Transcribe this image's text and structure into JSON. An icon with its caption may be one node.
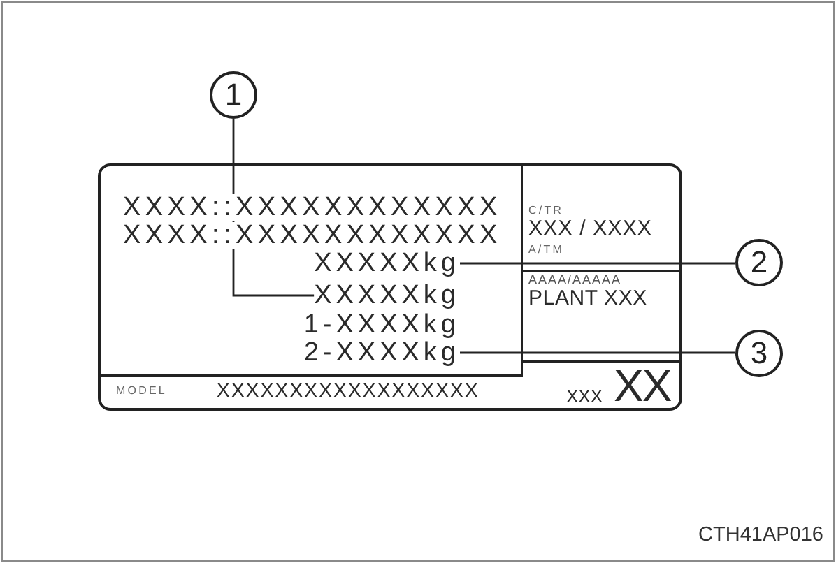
{
  "diagram": {
    "nodes": [
      {
        "text": [
          "1"
        ]
      },
      {
        "text": [
          "XXXX::XXXXXXXXXXXX",
          "XXXX::XXXXXXXXXXXX",
          "C/TR",
          "XXX / XXXX",
          "A/TM",
          "AAAA/AAAAA",
          "PLANT XXX",
          "MODEL",
          "XXXXXXXXXXXXXXXXXX",
          "XXX",
          "XX"
        ]
      },
      {
        "text": [
          "XXXXXkg"
        ],
        "in": 1
      },
      {
        "text": [
          "XXXXXkg"
        ],
        "in": 1
      },
      {
        "text": [
          "1-XXXXkg"
        ],
        "in": 1
      },
      {
        "text": [
          "2-XXXXkg"
        ],
        "in": 1
      },
      {
        "text": [
          "2"
        ]
      },
      {
        "text": [
          "3"
        ]
      }
    ],
    "edges": [
      {
        "from": 0,
        "to": 3,
        "arrow": "none"
      },
      {
        "from": 6,
        "to": 2,
        "arrow": "none"
      },
      {
        "from": 7,
        "to": 5,
        "arrow": "none"
      }
    ],
    "labels": [
      "CTH41AP016"
    ]
  }
}
